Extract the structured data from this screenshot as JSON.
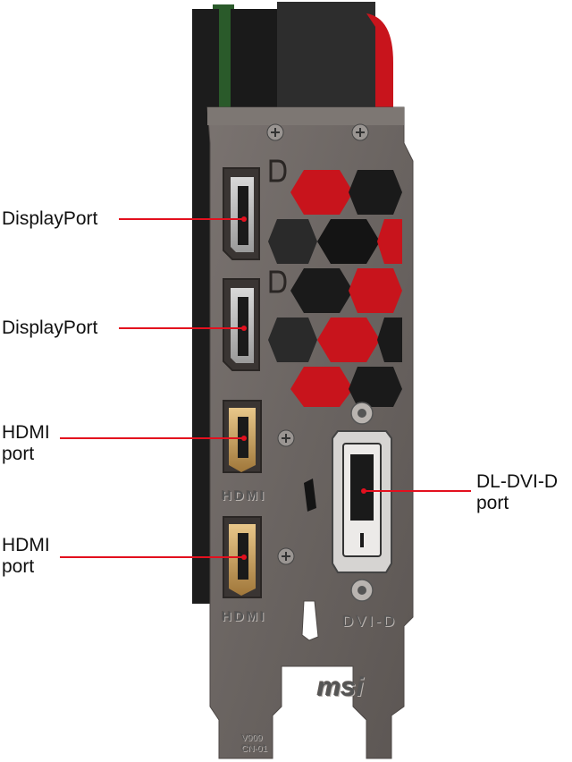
{
  "image": {
    "brand_logo": "msi",
    "bracket_stamp": "V909\nCN-01",
    "connector_markings": {
      "hdmi_1": "HDMI",
      "hdmi_2": "HDMI",
      "dvi": "DVI-D"
    }
  },
  "callouts": [
    {
      "id": "displayport-1",
      "text": "DisplayPort"
    },
    {
      "id": "displayport-2",
      "text": "DisplayPort"
    },
    {
      "id": "hdmi-1",
      "text": "HDMI\nport"
    },
    {
      "id": "hdmi-2",
      "text": "HDMI\nport"
    },
    {
      "id": "dvi",
      "text": "DL-DVI-D\nport"
    }
  ],
  "colors": {
    "leader_line": "#e3101e",
    "bracket": "#6c6663",
    "graphics_card_accent": "#c8141c"
  }
}
